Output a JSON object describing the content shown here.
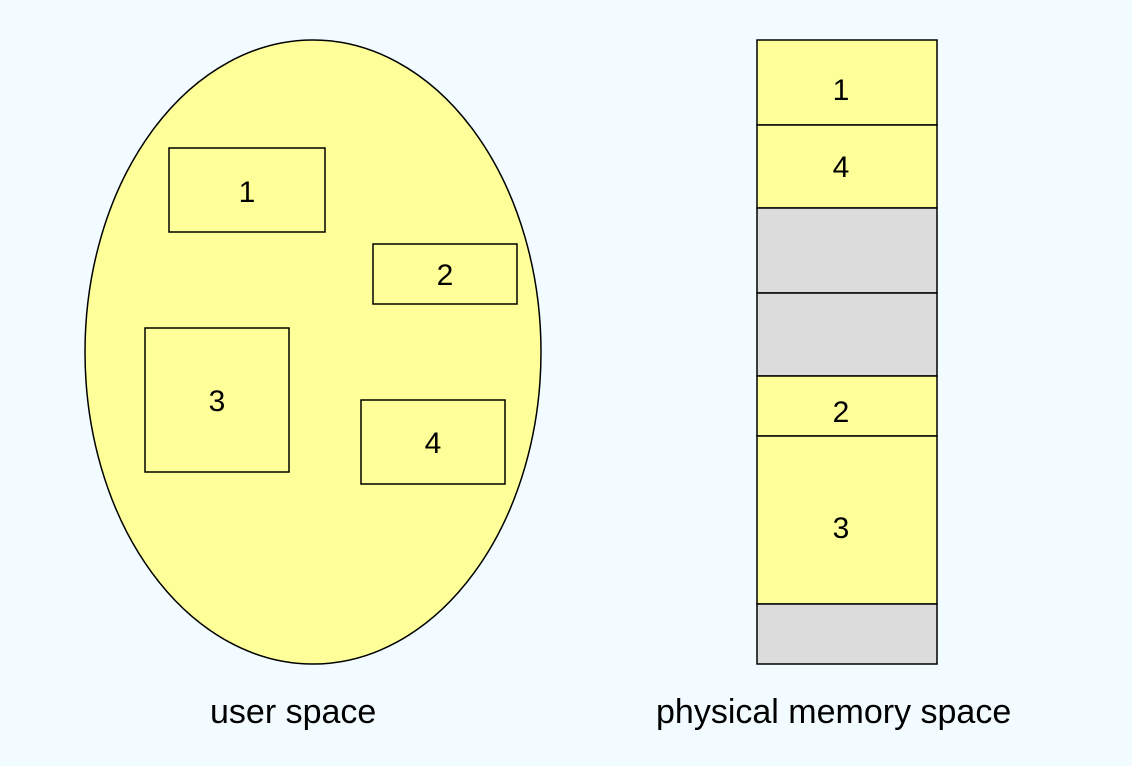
{
  "colors": {
    "background": "#f2fbff",
    "segment_fill": "#ffff99",
    "free_fill": "#dcdcdc",
    "stroke": "#000000"
  },
  "user_space": {
    "caption": "user space",
    "segments": [
      "1",
      "2",
      "3",
      "4"
    ]
  },
  "physical_memory": {
    "caption": "physical memory space",
    "blocks": [
      {
        "label": "1",
        "state": "used"
      },
      {
        "label": "4",
        "state": "used"
      },
      {
        "label": "",
        "state": "free"
      },
      {
        "label": "",
        "state": "free"
      },
      {
        "label": "2",
        "state": "used"
      },
      {
        "label": "3",
        "state": "used"
      },
      {
        "label": "",
        "state": "free"
      }
    ]
  }
}
